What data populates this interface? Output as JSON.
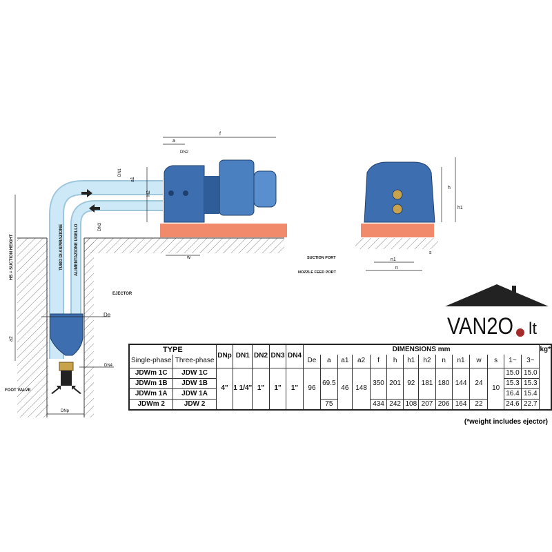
{
  "diagram": {
    "labels": {
      "f": "f",
      "a": "a",
      "dn2": "DN2",
      "dn1": "DN1",
      "a1": "a1",
      "h2": "H2",
      "dn3": "DN3",
      "w": "w",
      "hs": "HS = SUCTION HEIGHT",
      "tubo": "TUBO DI ASPIRAZIONE",
      "alim": "ALIMENTAZIONE UGELLO",
      "ejector": "EJECTOR",
      "de": "De",
      "a2": "a2",
      "dn4": "DN4",
      "foot_valve": "FOOT VALVE",
      "dnp": "DNp",
      "h": "h",
      "h1": "h1",
      "suction_port": "SUCTION PORT",
      "nozzle_port": "NOZZLE FEED PORT",
      "n1": "n1",
      "n": "n",
      "s": "s"
    },
    "colors": {
      "pump": "#3d6fb0",
      "pipe": "#cde9f7",
      "base": "#f08a6a"
    }
  },
  "logo": {
    "text": "VAN2O.lt"
  },
  "table": {
    "type": "TYPE",
    "single": "Single-phase",
    "three": "Three-phase",
    "dimensions": "DIMENSIONS mm",
    "kg": "kg*",
    "cols": [
      "DNp",
      "DN1",
      "DN2",
      "DN3",
      "DN4",
      "De",
      "a",
      "a1",
      "a2",
      "f",
      "h",
      "h1",
      "h2",
      "n",
      "n1",
      "w",
      "s",
      "1~",
      "3~"
    ],
    "rows": [
      {
        "single": "JDWm 1C",
        "three": "JDW 1C",
        "kg1": "15.0",
        "kg3": "15.0"
      },
      {
        "single": "JDWm 1B",
        "three": "JDW 1B",
        "kg1": "15.3",
        "kg3": "15.3"
      },
      {
        "single": "JDWm 1A",
        "three": "JDW 1A",
        "kg1": "16.4",
        "kg3": "15.4"
      },
      {
        "single": "JDWm 2",
        "three": "JDW 2",
        "kg1": "24.6",
        "kg3": "22.7"
      }
    ],
    "common": {
      "DNp": "4\"",
      "DN1": "1 1/4\"",
      "DN2": "1\"",
      "DN3": "1\"",
      "DN4": "1\"",
      "De": "96",
      "a1": "46",
      "a2": "148",
      "s": "10"
    },
    "group1": {
      "a": "69.5",
      "f": "350",
      "h": "201",
      "h1": "92",
      "h2": "181",
      "n": "180",
      "n1": "144",
      "w": "24"
    },
    "group2": {
      "a": "75",
      "f": "434",
      "h": "242",
      "h1": "108",
      "h2": "207",
      "n": "206",
      "n1": "164",
      "w": "22"
    },
    "note": "(*weight includes ejector)"
  }
}
